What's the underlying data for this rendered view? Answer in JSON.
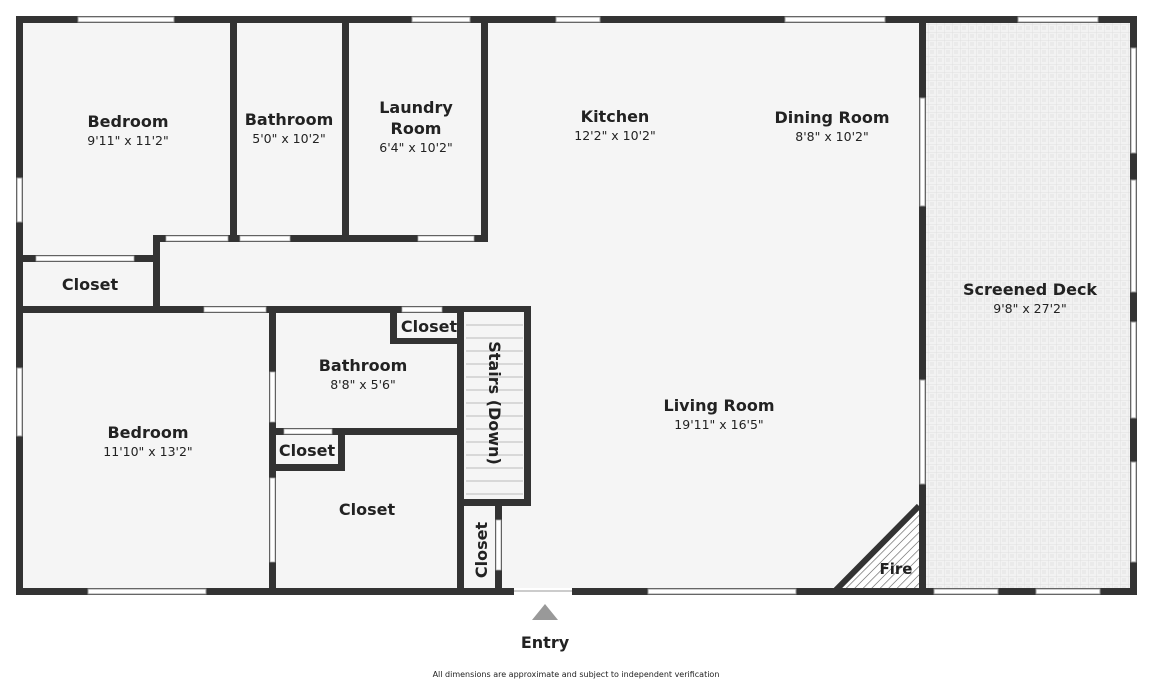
{
  "rooms": {
    "bedroom_top": {
      "name": "Bedroom",
      "dims": "9'11\" x 11'2\""
    },
    "bathroom_top": {
      "name": "Bathroom",
      "dims": "5'0\" x 10'2\""
    },
    "laundry": {
      "name_line1": "Laundry",
      "name_line2": "Room",
      "dims": "6'4\" x 10'2\""
    },
    "kitchen": {
      "name": "Kitchen",
      "dims": "12'2\" x 10'2\""
    },
    "dining": {
      "name": "Dining Room",
      "dims": "8'8\" x 10'2\""
    },
    "deck": {
      "name": "Screened Deck",
      "dims": "9'8\" x 27'2\""
    },
    "closet_left": {
      "name": "Closet"
    },
    "closet_upper": {
      "name": "Closet"
    },
    "bathroom_mid": {
      "name": "Bathroom",
      "dims": "8'8\" x 5'6\""
    },
    "stairs": {
      "name": "Stairs (Down)"
    },
    "living": {
      "name": "Living Room",
      "dims": "19'11\" x 16'5\""
    },
    "bedroom_bottom": {
      "name": "Bedroom",
      "dims": "11'10\" x 13'2\""
    },
    "closet_small": {
      "name": "Closet"
    },
    "closet_center": {
      "name": "Closet"
    },
    "closet_vertical": {
      "name": "Closet"
    },
    "fire": {
      "name": "Fire"
    }
  },
  "entry_label": "Entry",
  "disclaimer": "All dimensions are approximate and subject to independent verification",
  "colors": {
    "wall": "#333333",
    "floor": "#f5f5f5",
    "deck": "#f0f0f0"
  }
}
